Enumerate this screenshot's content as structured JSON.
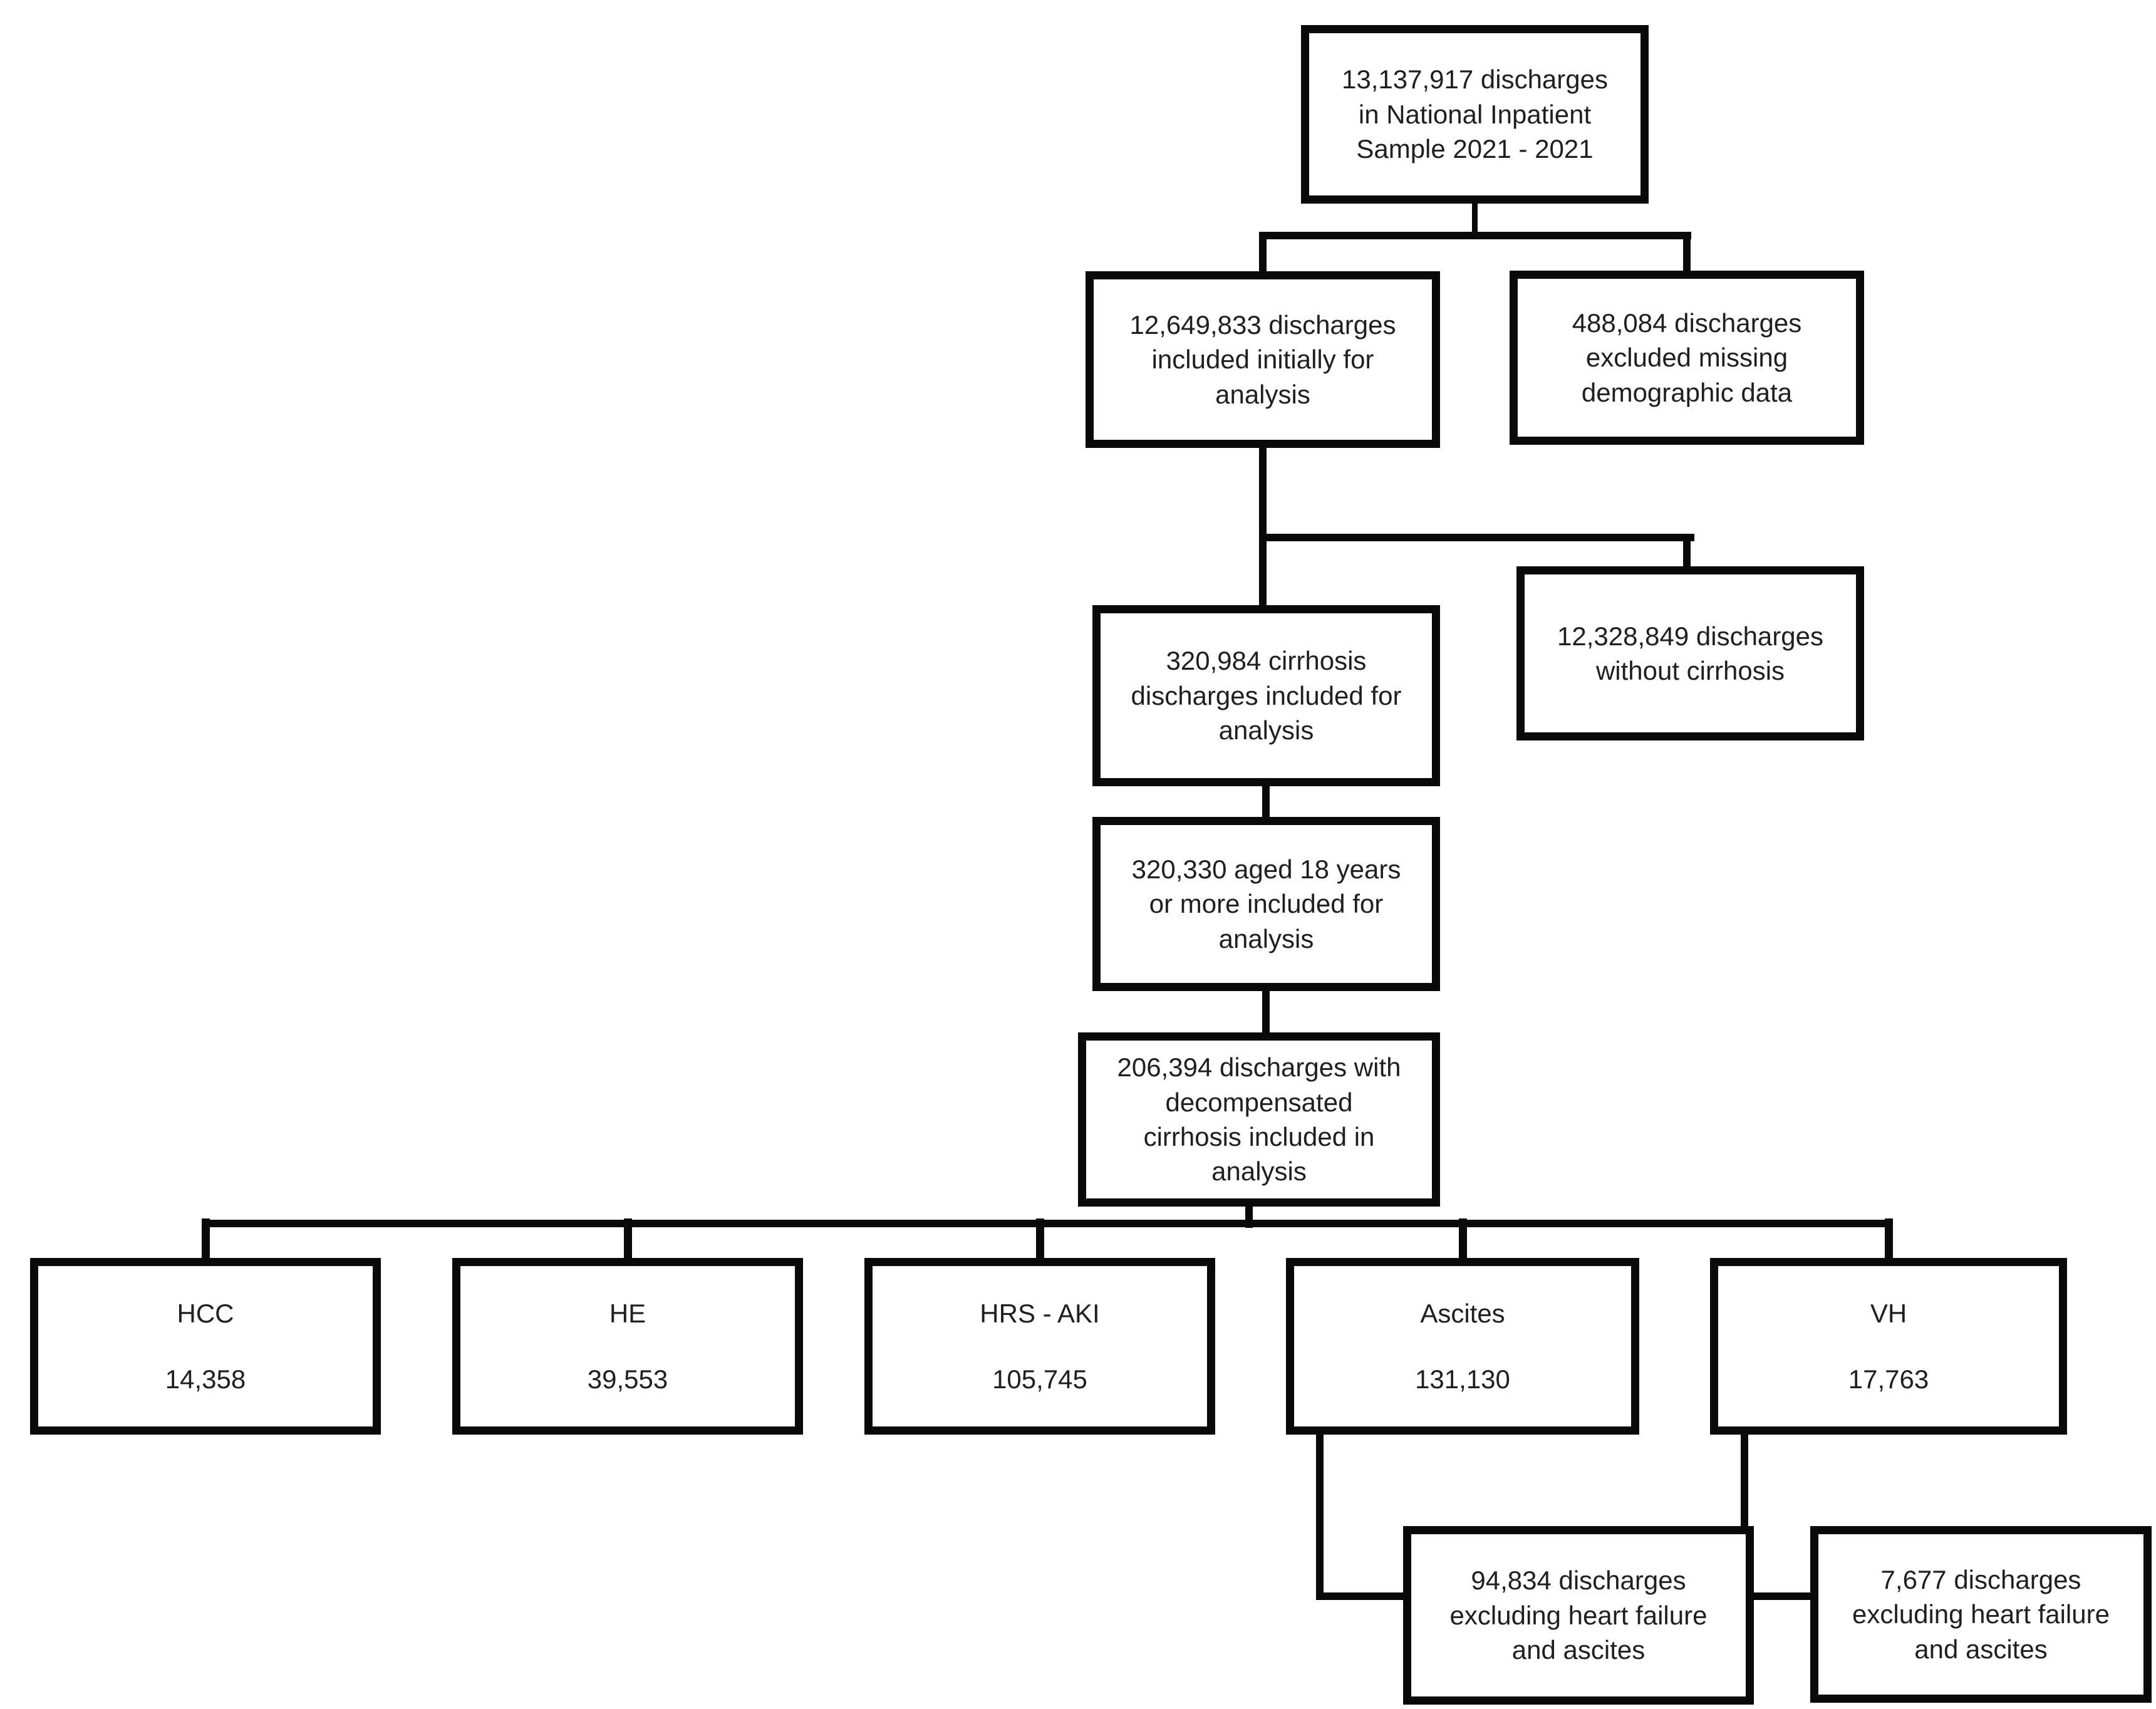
{
  "figure": {
    "kind": "study-flow-diagram",
    "colors": {
      "background": "#ffffff",
      "box_border": "#0a0a0a",
      "connector": "#0a0a0a",
      "text": "#1f1f1f"
    }
  },
  "nodes": {
    "total": {
      "text": "13,137,917 discharges\nin National Inpatient\nSample 2021 - 2021"
    },
    "included_initial": {
      "text": "12,649,833 discharges\nincluded initially for\nanalysis"
    },
    "excluded_demographic": {
      "text": "488,084 discharges\nexcluded missing\ndemographic data"
    },
    "cirrhosis": {
      "text": "320,984 cirrhosis\ndischarges included for\nanalysis"
    },
    "without_cirrhosis": {
      "text": "12,328,849 discharges\nwithout cirrhosis"
    },
    "adults": {
      "text": "320,330 aged 18 years\nor more included for\nanalysis"
    },
    "decompensated": {
      "text": "206,394 discharges with\ndecompensated\ncirrhosis included in\nanalysis"
    },
    "hcc": {
      "label": "HCC",
      "value": "14,358"
    },
    "he": {
      "label": "HE",
      "value": "39,553"
    },
    "hrs_aki": {
      "label": "HRS - AKI",
      "value": "105,745"
    },
    "ascites": {
      "label": "Ascites",
      "value": "131,130"
    },
    "vh": {
      "label": "VH",
      "value": "17,763"
    },
    "ascites_excl": {
      "text": "94,834 discharges\nexcluding heart failure\nand ascites"
    },
    "vh_excl": {
      "text": "7,677 discharges\nexcluding heart failure\nand ascites"
    }
  },
  "edges": [
    {
      "from": "total",
      "to": "included_initial"
    },
    {
      "from": "total",
      "to": "excluded_demographic"
    },
    {
      "from": "included_initial",
      "to": "cirrhosis"
    },
    {
      "from": "included_initial",
      "to": "without_cirrhosis"
    },
    {
      "from": "cirrhosis",
      "to": "adults"
    },
    {
      "from": "adults",
      "to": "decompensated"
    },
    {
      "from": "decompensated",
      "to": "hcc"
    },
    {
      "from": "decompensated",
      "to": "he"
    },
    {
      "from": "decompensated",
      "to": "hrs_aki"
    },
    {
      "from": "decompensated",
      "to": "ascites"
    },
    {
      "from": "decompensated",
      "to": "vh"
    },
    {
      "from": "ascites",
      "to": "ascites_excl"
    },
    {
      "from": "vh",
      "to": "vh_excl"
    }
  ]
}
